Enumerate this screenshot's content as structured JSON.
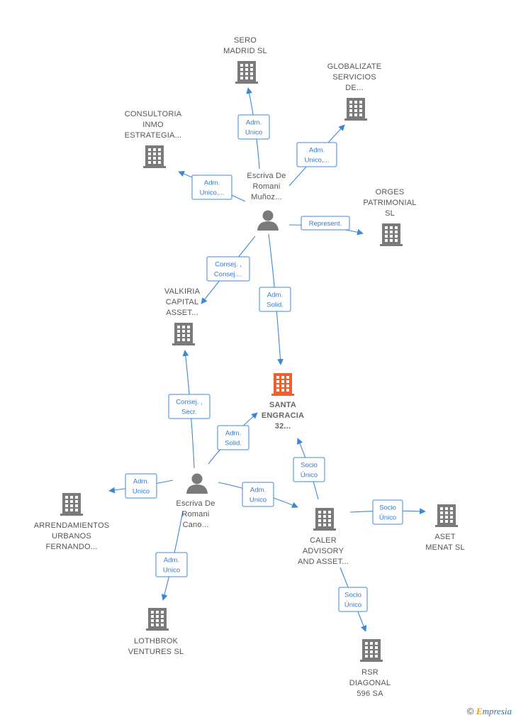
{
  "colors": {
    "company": "#7a7a7a",
    "focus_company": "#f0602e",
    "person": "#7a7a7a",
    "edge": "#3f87d6",
    "edge_text": "#2f7bd1",
    "label": "#555555"
  },
  "nodes": [
    {
      "id": "sero",
      "type": "company",
      "lines": [
        "SERO",
        "MADRID  SL"
      ]
    },
    {
      "id": "globalizate",
      "type": "company",
      "lines": [
        "GLOBALIZATE",
        "SERVICIOS",
        "DE..."
      ]
    },
    {
      "id": "consultoria",
      "type": "company",
      "lines": [
        "CONSULTORIA",
        "INMO",
        "ESTRATEGIA..."
      ]
    },
    {
      "id": "escriva1",
      "type": "person",
      "lines": [
        "Escriva De",
        "Romani",
        "Muñoz..."
      ]
    },
    {
      "id": "orges",
      "type": "company",
      "lines": [
        "ORGES",
        "PATRIMONIAL",
        "SL"
      ]
    },
    {
      "id": "valkiria",
      "type": "company",
      "lines": [
        "VALKIRIA",
        "CAPITAL",
        "ASSET..."
      ]
    },
    {
      "id": "santa",
      "type": "focus",
      "lines": [
        "SANTA",
        "ENGRACIA",
        "32..."
      ]
    },
    {
      "id": "escriva2",
      "type": "person",
      "lines": [
        "Escriva De",
        "Romani",
        "Cano..."
      ]
    },
    {
      "id": "arrendamientos",
      "type": "company",
      "lines": [
        "ARRENDAMIENTOS",
        "URBANOS",
        "FERNANDO..."
      ]
    },
    {
      "id": "caler",
      "type": "company",
      "lines": [
        "CALER",
        "ADVISORY",
        "AND ASSET..."
      ]
    },
    {
      "id": "aset",
      "type": "company",
      "lines": [
        "ASET",
        "MENAT SL"
      ]
    },
    {
      "id": "lothbrok",
      "type": "company",
      "lines": [
        "LOTHBROK",
        "VENTURES  SL"
      ]
    },
    {
      "id": "rsr",
      "type": "company",
      "lines": [
        "RSR",
        "DIAGONAL",
        "596 SA"
      ]
    }
  ],
  "edges": [
    {
      "from": "escriva1",
      "to": "sero",
      "label": [
        "Adm.",
        "Unico"
      ]
    },
    {
      "from": "escriva1",
      "to": "globalizate",
      "label": [
        "Adm.",
        "Unico,..."
      ]
    },
    {
      "from": "escriva1",
      "to": "consultoria",
      "label": [
        "Adm.",
        "Unico,..."
      ]
    },
    {
      "from": "escriva1",
      "to": "orges",
      "label": [
        "Represent."
      ]
    },
    {
      "from": "escriva1",
      "to": "valkiria",
      "label": [
        "Consej. ,",
        "Consej...."
      ]
    },
    {
      "from": "escriva1",
      "to": "santa",
      "label": [
        "Adm.",
        "Solid."
      ]
    },
    {
      "from": "escriva2",
      "to": "valkiria",
      "label": [
        "Consej. ,",
        "Secr."
      ]
    },
    {
      "from": "escriva2",
      "to": "santa",
      "label": [
        "Adm.",
        "Solid."
      ]
    },
    {
      "from": "escriva2",
      "to": "arrendamientos",
      "label": [
        "Adm.",
        "Unico"
      ]
    },
    {
      "from": "escriva2",
      "to": "caler",
      "label": [
        "Adm.",
        "Unico"
      ]
    },
    {
      "from": "escriva2",
      "to": "lothbrok",
      "label": [
        "Adm.",
        "Unico"
      ]
    },
    {
      "from": "caler",
      "to": "santa",
      "label": [
        "Socio",
        "Único"
      ]
    },
    {
      "from": "caler",
      "to": "aset",
      "label": [
        "Socio",
        "Único"
      ]
    },
    {
      "from": "caler",
      "to": "rsr",
      "label": [
        "Socio",
        "Único"
      ]
    }
  ],
  "footer": {
    "copyright": "©",
    "brand_first": "E",
    "brand_rest": "mpresia"
  }
}
